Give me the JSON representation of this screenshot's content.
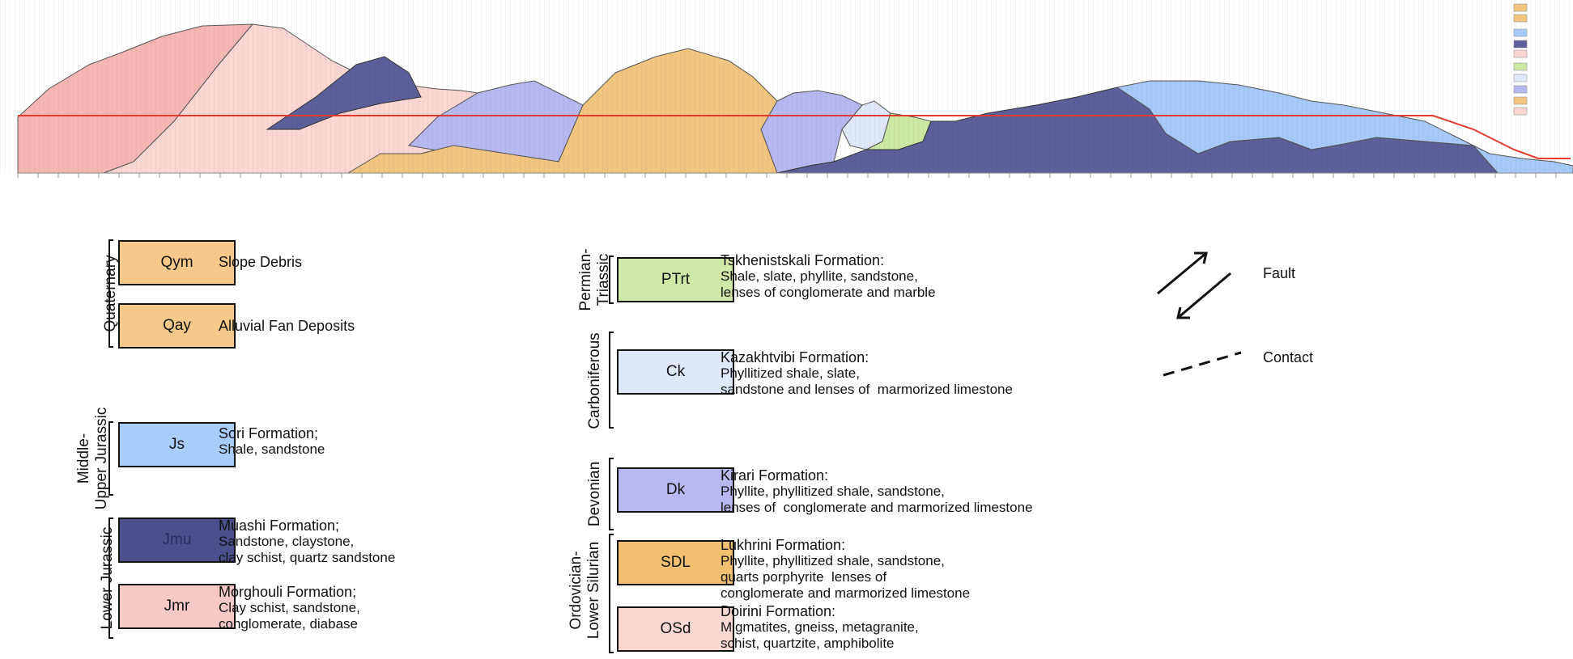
{
  "legend": {
    "periods": {
      "quaternary": "Quaternary",
      "middle_upper_jurassic": "Middle-\nUpper Jurassic",
      "lower_jurassic": "Lower Jurassic",
      "permian_triassic": "Permian-\nTriassic",
      "carboniferous": "Carboniferous",
      "devonian": "Devonian",
      "ordovician_lower_silurian": "Ordovician-\nLower Silurian"
    },
    "units": {
      "qym": {
        "code": "Qym",
        "title": "Slope Debris",
        "desc": "",
        "color": "#f4c98a"
      },
      "qay": {
        "code": "Qay",
        "title": "Alluvial Fan Deposits",
        "desc": "",
        "color": "#f4c98a"
      },
      "js": {
        "code": "Js",
        "title": "Sori Formation;",
        "desc": "Shale, sandstone",
        "color": "#a9cdfb"
      },
      "jmu": {
        "code": "Jmu",
        "title": "Muashi Formation;",
        "desc": "Sandstone, claystone,\nclay schist, quartz sandstone",
        "color": "#4b4f8c"
      },
      "jmr": {
        "code": "Jmr",
        "title": "Morghouli Formation;",
        "desc": "Clay schist, sandstone,\nconglomerate, diabase",
        "color": "#f6c8c6"
      },
      "ptrt": {
        "code": "PTrt",
        "title": "Tskhenistskali Formation:",
        "desc": "Shale, slate, phyllite, sandstone,\nlenses of conglomerate and marble",
        "color": "#cfe8a8"
      },
      "ck": {
        "code": "Ck",
        "title": "Kazakhtvibi Formation:",
        "desc": "Phyllitized shale, slate,\nsandstone and lenses of  marmorized limestone",
        "color": "#dde8fb"
      },
      "dk": {
        "code": "Dk",
        "title": "Kirari Formation:",
        "desc": "Phyllite, phyllitized shale, sandstone,\nlenses of  conglomerate and marmorized limestone",
        "color": "#b9b9f2"
      },
      "sdl": {
        "code": "SDL",
        "title": "Lukhrini Formation:",
        "desc": "Phyllite, phyllitized shale, sandstone,\nquarts porphyrite  lenses of\nconglomerate and marmorized limestone",
        "color": "#f0c070"
      },
      "osd": {
        "code": "OSd",
        "title": "Doirini Formation:",
        "desc": "Migmatites, gneiss, metagranite,\nschist, quartzite, amphibolite",
        "color": "#fad9d2"
      }
    },
    "symbols": {
      "fault": "Fault",
      "contact": "Contact"
    }
  },
  "section": {
    "colors": {
      "jmr": "#f5b7b4",
      "osd": "#fbd6d2",
      "jmu": "#5d5f9a",
      "js": "#a7c9f7",
      "sdl": "#f2c681",
      "ck": "#dfe8fb",
      "dk": "#b7b8f0",
      "ptrt": "#cde7a5",
      "profile_line": "#e53b2e"
    }
  }
}
